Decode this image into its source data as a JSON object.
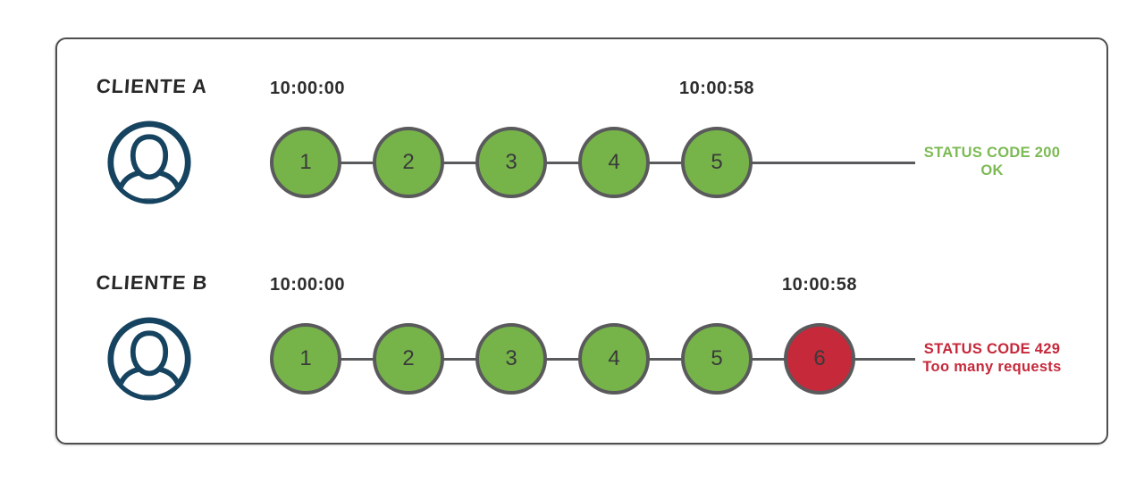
{
  "colors": {
    "ok_fill": "#76b44a",
    "blocked_fill": "#c5293a",
    "circle_stroke": "#5a5a5c",
    "line": "#595a5c",
    "avatar_blue": "#16435f",
    "success_text": "#7cba54",
    "error_text": "#c5283a",
    "frame_border": "#4e4e4e"
  },
  "rows": [
    {
      "client": "CLIENTE A",
      "start_time": "10:00:00",
      "end_time": "10:00:58",
      "requests": [
        {
          "label": "1",
          "state": "ok"
        },
        {
          "label": "2",
          "state": "ok"
        },
        {
          "label": "3",
          "state": "ok"
        },
        {
          "label": "4",
          "state": "ok"
        },
        {
          "label": "5",
          "state": "ok"
        }
      ],
      "status": {
        "code_line": "STATUS CODE 200",
        "message_line": "OK",
        "type": "success"
      }
    },
    {
      "client": "CLIENTE B",
      "start_time": "10:00:00",
      "end_time": "10:00:58",
      "requests": [
        {
          "label": "1",
          "state": "ok"
        },
        {
          "label": "2",
          "state": "ok"
        },
        {
          "label": "3",
          "state": "ok"
        },
        {
          "label": "4",
          "state": "ok"
        },
        {
          "label": "5",
          "state": "ok"
        },
        {
          "label": "6",
          "state": "blocked"
        }
      ],
      "status": {
        "code_line": "STATUS CODE 429",
        "message_line": "Too many requests",
        "type": "error"
      }
    }
  ]
}
